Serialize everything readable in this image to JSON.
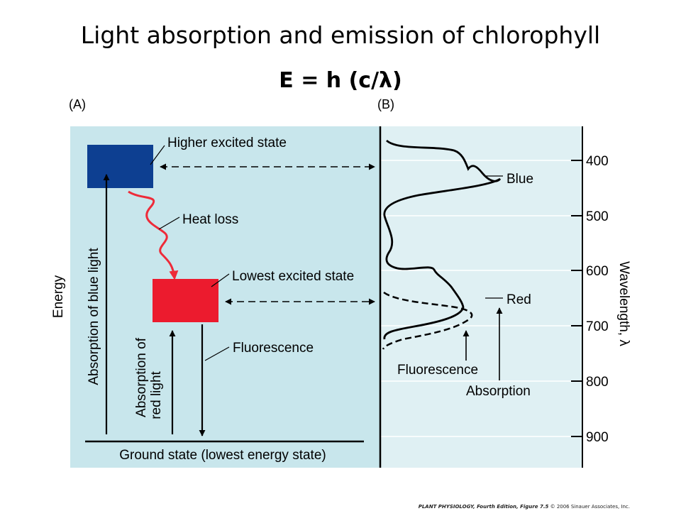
{
  "slide": {
    "title": "Light absorption and emission of chlorophyll",
    "equation": "E = h (c/λ)"
  },
  "panels": {
    "a_label": "(A)",
    "b_label": "(B)"
  },
  "panel_a": {
    "energy_axis_label": "Energy",
    "higher_excited_state": "Higher excited state",
    "heat_loss": "Heat loss",
    "lowest_excited_state": "Lowest excited state",
    "fluorescence": "Fluorescence",
    "absorption_blue": "Absorption of blue light",
    "absorption_red_line1": "Absorption of",
    "absorption_red_line2": "red light",
    "ground_state": "Ground state (lowest energy state)"
  },
  "panel_b": {
    "blue_label": "Blue",
    "red_label": "Red",
    "fluorescence_label": "Fluorescence",
    "absorption_label": "Absorption",
    "axis_label": "Wavelength, λ",
    "wavelength_ticks": [
      "400",
      "500",
      "600",
      "700",
      "800",
      "900"
    ]
  },
  "colors": {
    "panel_a_bg": "#c8e6ec",
    "panel_b_bg": "#dff0f3",
    "blue_state": "#0d3f91",
    "red_state": "#ec1b2e",
    "heat_loss_wave": "#ee2b39",
    "gridline": "#ffffff"
  },
  "caption": {
    "book": "PLANT PHYSIOLOGY, Fourth Edition, Figure 7.5",
    "copyright": "© 2006 Sinauer Associates, Inc."
  }
}
